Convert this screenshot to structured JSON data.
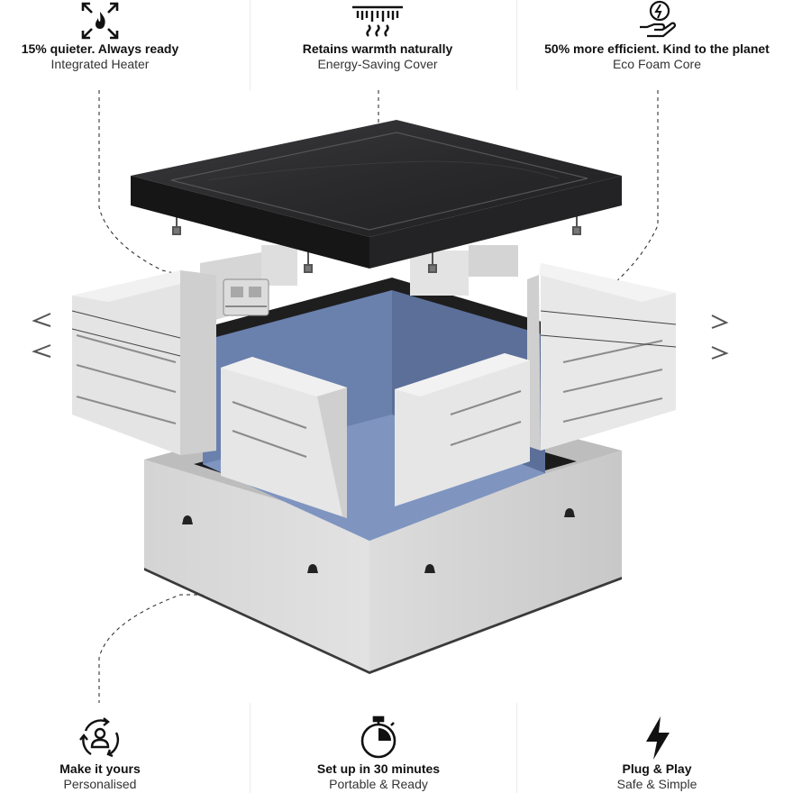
{
  "features_top": [
    {
      "title": "15% quieter. Always ready",
      "subtitle": "Integrated Heater",
      "icon": "fire-expand-icon"
    },
    {
      "title": "Retains warmth naturally",
      "subtitle": "Energy-Saving Cover",
      "icon": "radiator-heat-icon"
    },
    {
      "title": "50% more efficient. Kind to the planet",
      "subtitle": "Eco Foam Core",
      "icon": "hand-energy-icon"
    }
  ],
  "features_bottom": [
    {
      "title": "Make it yours",
      "subtitle": "Personalised",
      "icon": "person-cycle-icon"
    },
    {
      "title": "Set up in 30 minutes",
      "subtitle": "Portable & Ready",
      "icon": "stopwatch-icon"
    },
    {
      "title": "Plug & Play",
      "subtitle": "Safe & Simple",
      "icon": "lightning-bolt-icon"
    }
  ],
  "colors": {
    "liner_blue": "#6f86b3",
    "cover_dark": "#2b2b2d",
    "panel_light": "#e6e6e6",
    "panel_shade": "#cfcfcf",
    "base_wall": "#d9d9d9",
    "text_dark": "#111111"
  }
}
